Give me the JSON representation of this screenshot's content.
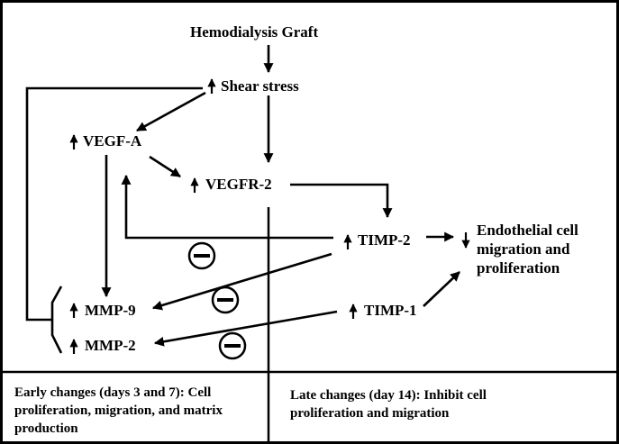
{
  "nodes": {
    "graft": "Hemodialysis Graft",
    "shear": "Shear stress",
    "vegfa": "VEGF-A",
    "vegfr2": "VEGFR-2",
    "timp2": "TIMP-2",
    "timp1": "TIMP-1",
    "mmp9": "MMP-9",
    "mmp2": "MMP-2",
    "endothelial": [
      "Endothelial cell",
      "migration and",
      "proliferation"
    ]
  },
  "footer": {
    "early": "Early changes (days 3 and 7): Cell proliferation, migration, and matrix production",
    "late": "Late changes (day 14): Inhibit cell proliferation and migration"
  }
}
